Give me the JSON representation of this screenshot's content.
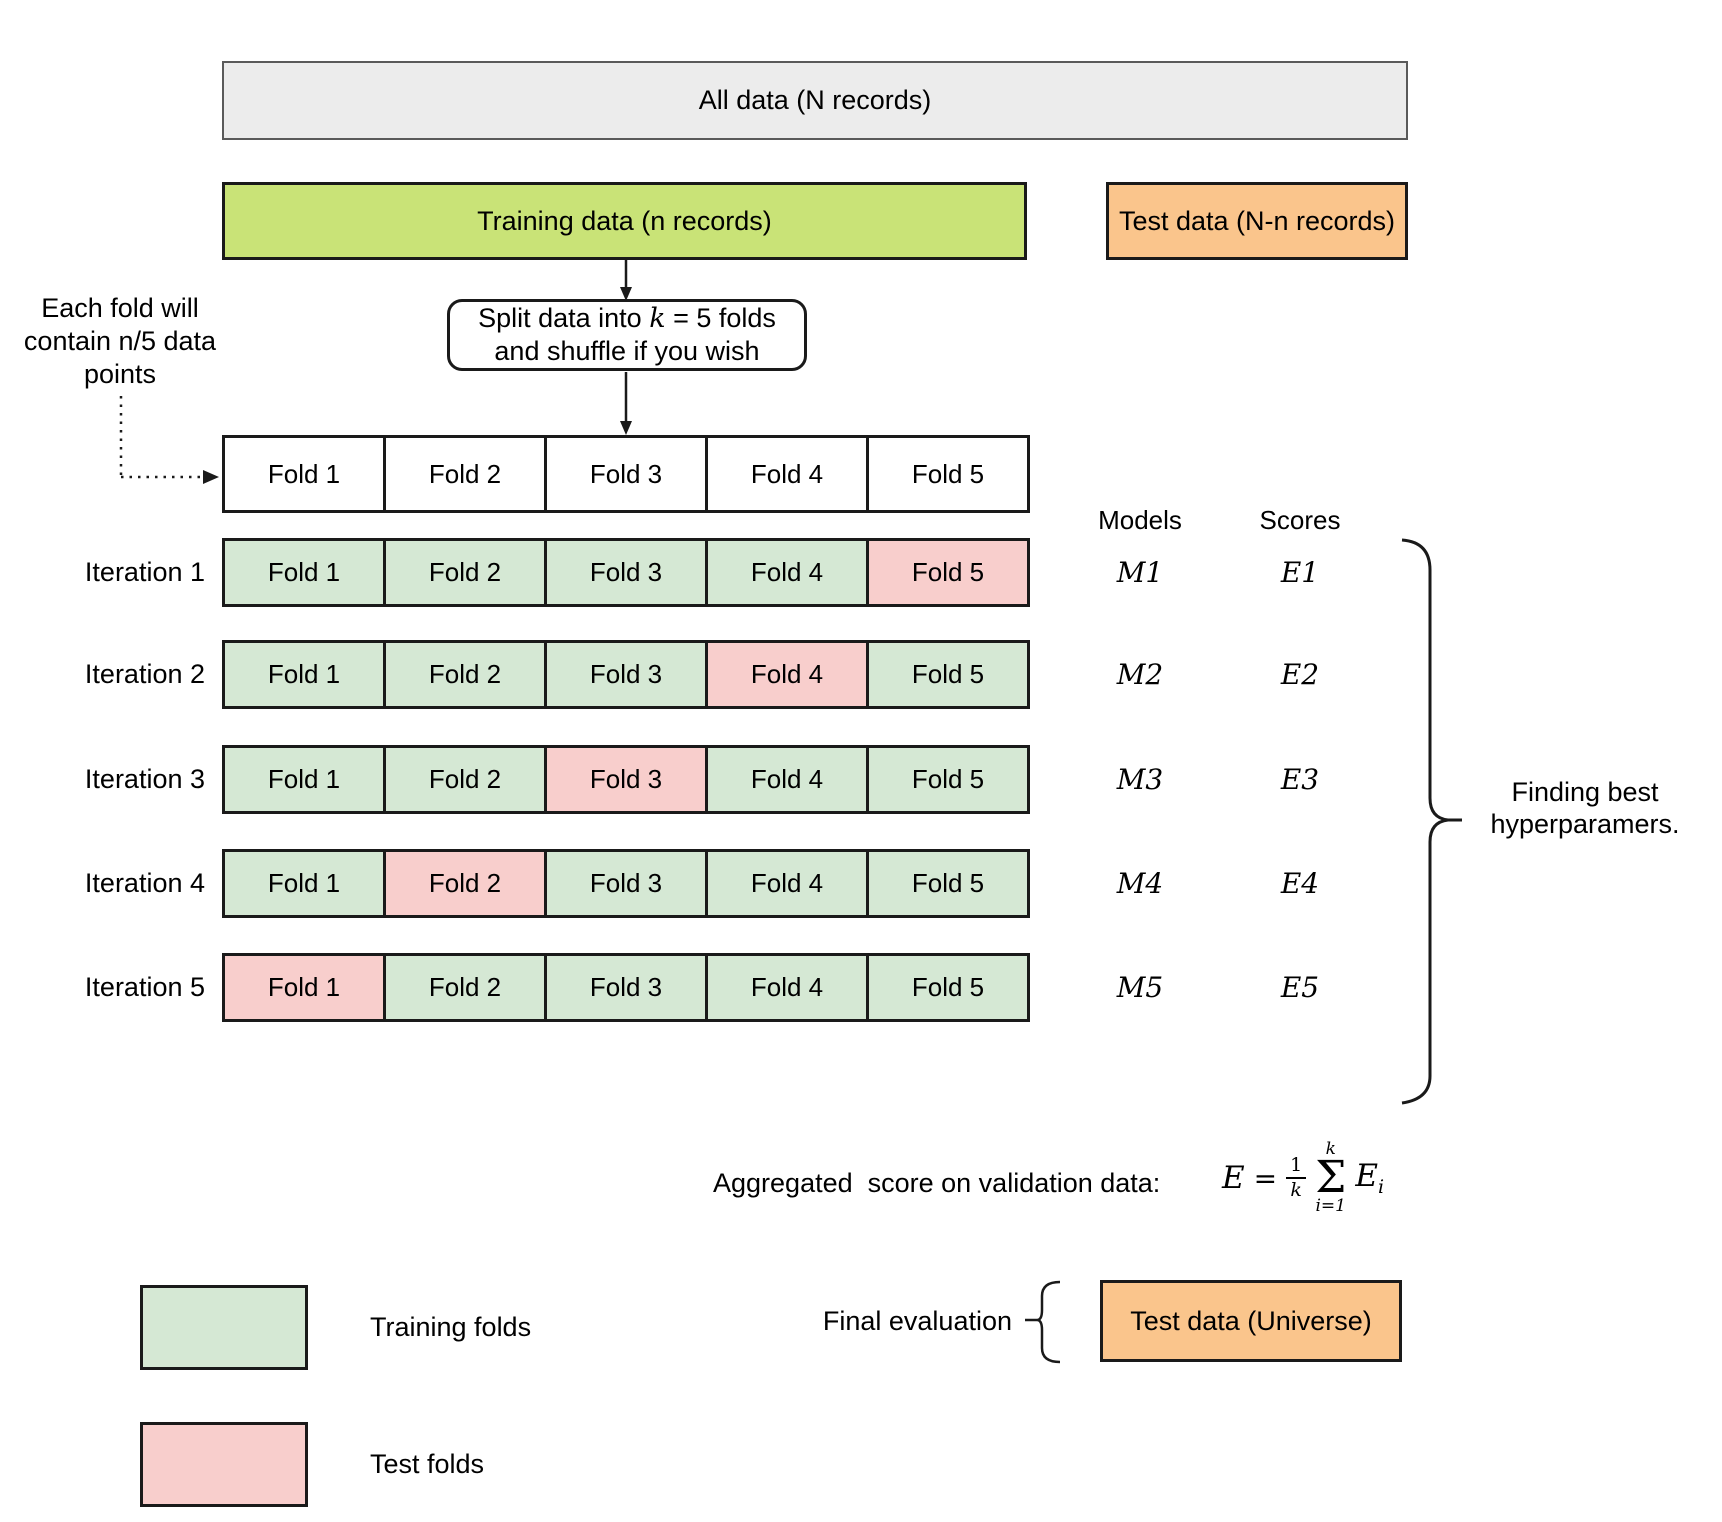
{
  "colors": {
    "all_data_gray": "#ececec",
    "training_lime": "#c9e377",
    "test_orange": "#fac58c",
    "train_fold_green": "#d5e8d4",
    "test_fold_pink": "#f8cecc",
    "stroke": "#1a1a1a"
  },
  "top": {
    "all_data": "All data (N records)",
    "training": "Training data (n records)",
    "test": "Test data (N-n records)"
  },
  "split_box": {
    "line1_prefix": "Split data into ",
    "line1_k": "k",
    "line1_suffix": " = 5 folds",
    "line2": "and shuffle if you wish"
  },
  "note": {
    "line1": "Each fold will",
    "line2": "contain n/5 data",
    "line3": "points"
  },
  "folds": [
    "Fold 1",
    "Fold 2",
    "Fold 3",
    "Fold 4",
    "Fold 5"
  ],
  "columns": {
    "models": "Models",
    "scores": "Scores"
  },
  "iterations": [
    {
      "label": "Iteration 1",
      "model": "M1",
      "score": "E1",
      "test_fold": "Fold 5"
    },
    {
      "label": "Iteration 2",
      "model": "M2",
      "score": "E2",
      "test_fold": "Fold 4"
    },
    {
      "label": "Iteration 3",
      "model": "M3",
      "score": "E3",
      "test_fold": "Fold 3"
    },
    {
      "label": "Iteration 4",
      "model": "M4",
      "score": "E4",
      "test_fold": "Fold 2"
    },
    {
      "label": "Iteration 5",
      "model": "M5",
      "score": "E5",
      "test_fold": "Fold 1"
    }
  ],
  "brace_label": {
    "line1": "Finding best",
    "line2": "hyperparamers."
  },
  "aggregated": {
    "label": "Aggregated  score on validation data:",
    "formula": {
      "lhs": "E",
      "eq": "=",
      "frac_num": "1",
      "frac_den": "k",
      "sum_top": "k",
      "sigma": "Σ",
      "sum_bottom": "i=1",
      "term": "E",
      "term_sub": "i"
    }
  },
  "legend": {
    "training": "Training folds",
    "test": "Test folds"
  },
  "final": {
    "label": "Final evaluation",
    "box": "Test data (Universe)"
  }
}
